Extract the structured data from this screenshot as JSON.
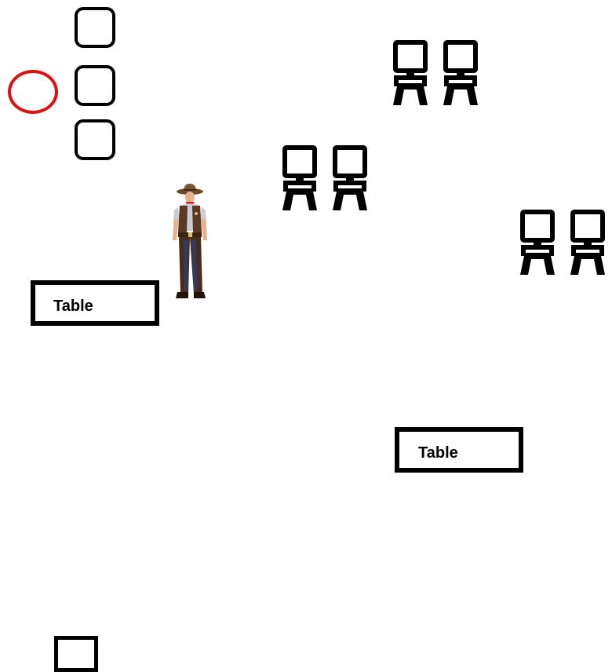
{
  "diagram": {
    "tables": [
      {
        "label": "Table"
      },
      {
        "label": "Table"
      }
    ],
    "icons": {
      "seat": "rounded-square-seat-icon",
      "chair": "chair-icon",
      "marker": "red-circle-marker",
      "person": "cowboy-figure"
    },
    "colors": {
      "outline": "#000000",
      "marker": "#e01010",
      "background": "#ffffff"
    }
  }
}
